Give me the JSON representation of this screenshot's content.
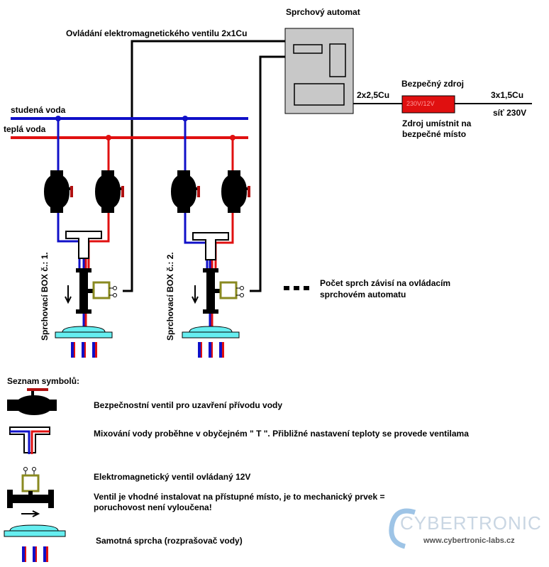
{
  "title": "Sprchový automat",
  "labels": {
    "control_wire": "Ovládání elektromagnetického ventilu 2x1Cu",
    "cold_water": "studená voda",
    "hot_water": "teplá voda",
    "psu_title": "Bezpečný zdroj",
    "psu_inner": "230V/12V",
    "psu_note_1": "Zdroj umístnit na",
    "psu_note_2": "bezpečné místo",
    "cable_left": "2x2,5Cu",
    "cable_right": "3x1,5Cu",
    "mains": "síť 230V",
    "box1": "Sprchovací BOX č.: 1.",
    "box2": "Sprchovací BOX č.: 2.",
    "count_note_1": "Počet sprch závisí na ovládacím",
    "count_note_2": "sprchovém automatu"
  },
  "legend": {
    "title": "Seznam symbolů:",
    "valve": "Bezpečnostní ventil pro uzavření přívodu vody",
    "tee": "Mixování vody proběhne v obyčejném \" T \". Přibližné nastavení teploty se provede ventilama",
    "solenoid": "Elektromagnetický ventil ovládaný 12V",
    "solenoid_note_1": "Ventil je vhodné instalovat na přístupné místo, je to mechanický prvek =",
    "solenoid_note_2": "poruchovost není vyloučena!",
    "shower": "Samotná sprcha (rozprašovač vody)"
  },
  "logo": {
    "name": "CYBERTRONIC",
    "url": "www.cybertronic-labs.cz"
  },
  "colors": {
    "cold": "#1010c8",
    "hot": "#e01010",
    "wire": "#000000",
    "automat": "#c8c8c8",
    "psu": "#e01010",
    "shower": "#66eef0",
    "solenoid_box": "#8a8a20"
  }
}
